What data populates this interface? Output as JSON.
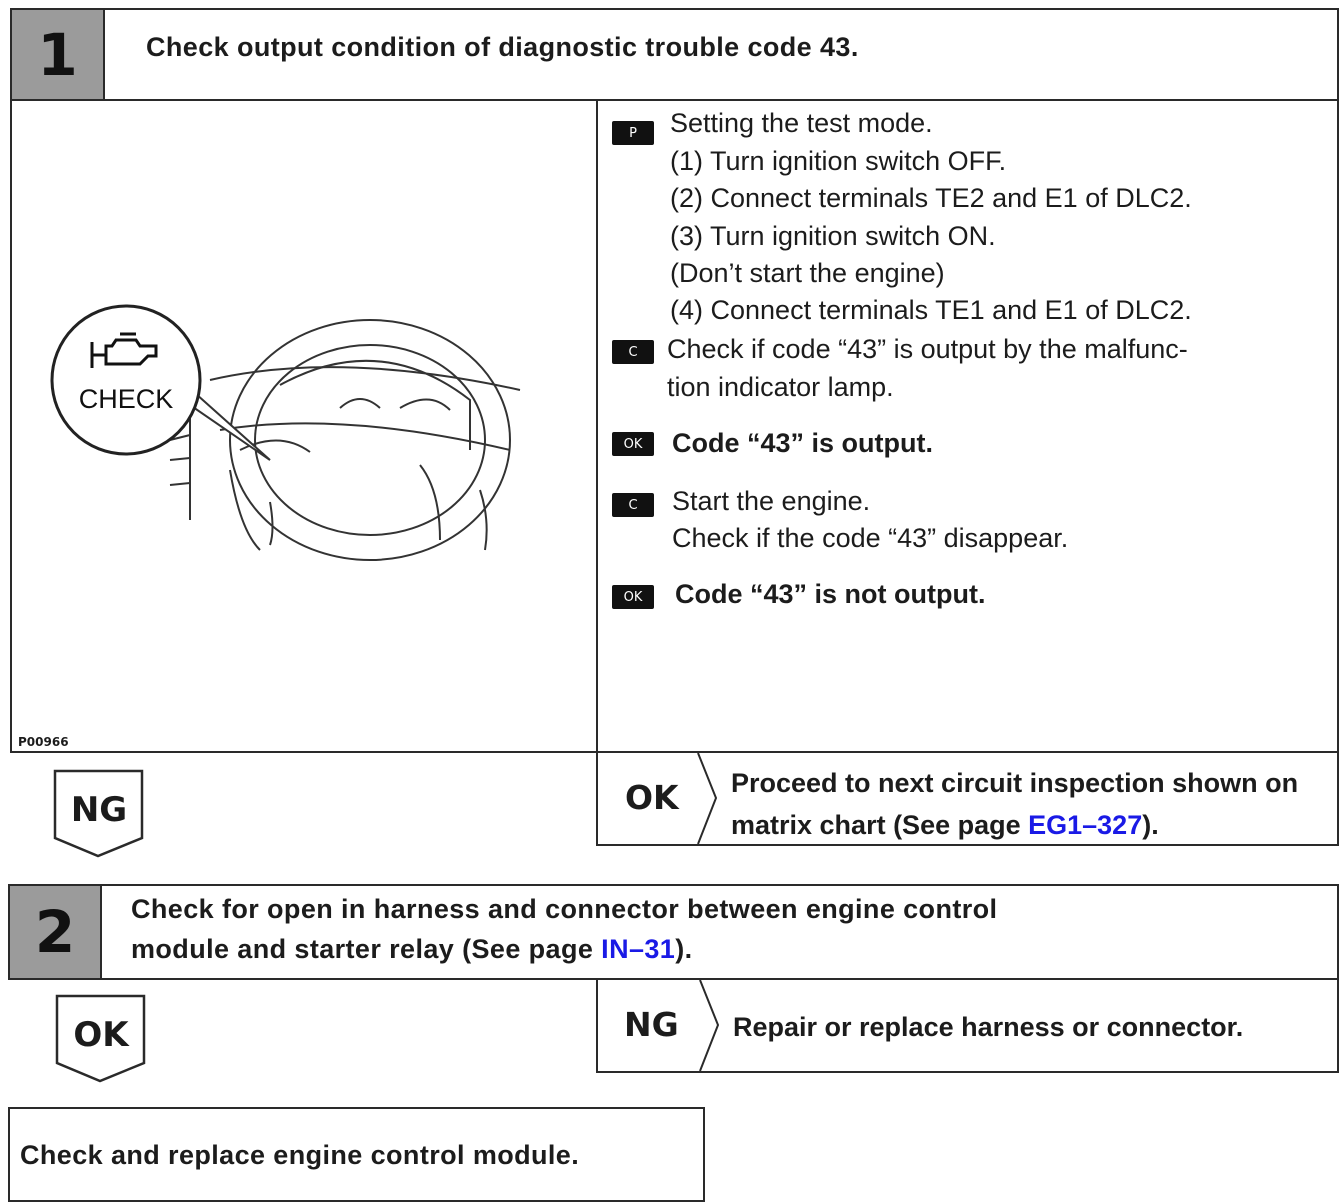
{
  "step1": {
    "number": "1",
    "title": "Check output condition of diagnostic trouble code 43.",
    "figure_label": "CHECK",
    "figure_code": "P00966",
    "p_icon": "P",
    "c_icon": "C",
    "ok_icon": "OK",
    "preparation": {
      "heading": "Setting the test mode.",
      "lines": [
        "(1) Turn ignition switch OFF.",
        "(2) Connect terminals TE2 and E1 of DLC2.",
        "(3) Turn ignition switch ON.",
        "(Don’t start the engine)",
        "(4) Connect terminals TE1 and E1 of DLC2."
      ]
    },
    "check1": [
      "Check if code “43” is output by the malfunc-",
      "tion indicator lamp."
    ],
    "ok1": "Code “43” is output.",
    "check2": [
      "Start the engine.",
      "Check if the code “43” disappear."
    ],
    "ok2": "Code “43” is not output.",
    "ng_label": "NG",
    "ok_label": "OK",
    "ok_result": {
      "line1": "Proceed to next circuit inspection shown on",
      "line2_prefix": "matrix chart (See page ",
      "line2_link": "EG1–327",
      "line2_suffix": ")."
    }
  },
  "step2": {
    "number": "2",
    "title_line1": "Check for open in harness and connector between engine control",
    "title_line2_prefix": "module and starter relay (See page ",
    "title_line2_link": "IN–31",
    "title_line2_suffix": ").",
    "ok_label": "OK",
    "ng_label": "NG",
    "ng_result": "Repair or replace harness or connector."
  },
  "final": {
    "text": "Check and replace engine control module."
  }
}
